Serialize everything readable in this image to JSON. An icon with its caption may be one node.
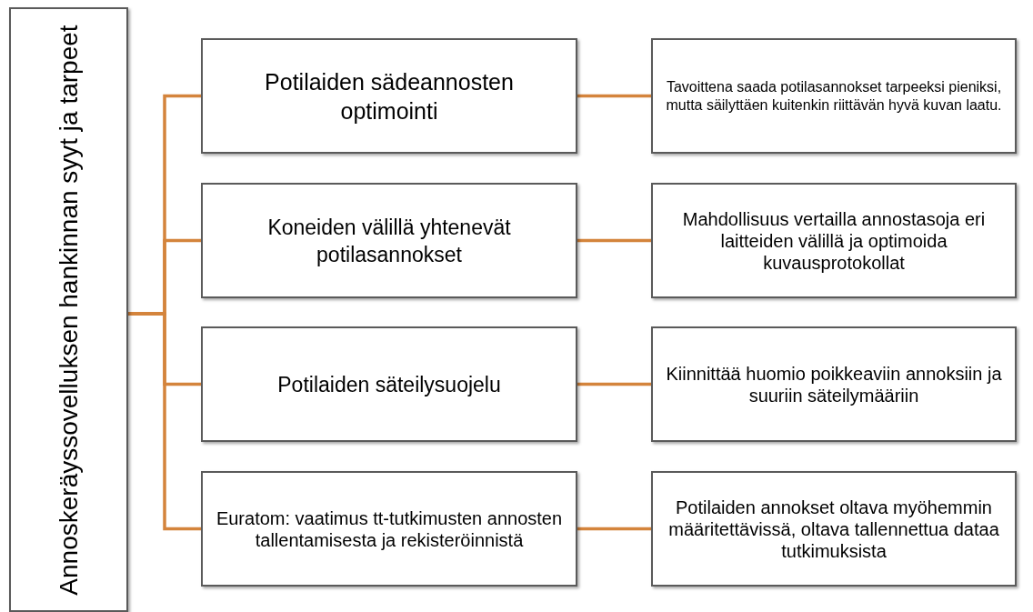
{
  "diagram": {
    "nodes": [
      {
        "text": [
          "Annoskeräyssovelluksen hankinnan syyt ja tarpeet"
        ]
      },
      {
        "text": [
          "Potilaiden sädeannosten optimointi"
        ]
      },
      {
        "text": [
          "Tavoittena saada potilasannokset tarpeeksi pieniksi, mutta säilyttäen kuitenkin riittävän hyvä kuvan laatu."
        ]
      },
      {
        "text": [
          "Koneiden välillä yhtenevät potilasannokset"
        ]
      },
      {
        "text": [
          "Mahdollisuus vertailla annostasoja eri laitteiden välillä ja optimoida kuvausprotokollat"
        ]
      },
      {
        "text": [
          "Potilaiden säteilysuojelu"
        ]
      },
      {
        "text": [
          "Kiinnittää huomio poikkeaviin annoksiin ja suuriin säteilymääriin"
        ]
      },
      {
        "text": [
          "Euratom: vaatimus tt-tutkimusten annosten tallentamisesta ja rekisteröinnistä"
        ]
      },
      {
        "text": [
          "Potilaiden annokset oltava myöhemmin määritettävissä, oltava tallennettua dataa tutkimuksista"
        ]
      }
    ],
    "edges": [
      {
        "from": 0,
        "to": 1,
        "arrow": "none"
      },
      {
        "from": 0,
        "to": 3,
        "arrow": "none"
      },
      {
        "from": 0,
        "to": 5,
        "arrow": "none"
      },
      {
        "from": 0,
        "to": 7,
        "arrow": "none"
      },
      {
        "from": 1,
        "to": 2,
        "arrow": "none"
      },
      {
        "from": 3,
        "to": 4,
        "arrow": "none"
      },
      {
        "from": 5,
        "to": 6,
        "arrow": "none"
      },
      {
        "from": 7,
        "to": 8,
        "arrow": "none"
      }
    ]
  }
}
